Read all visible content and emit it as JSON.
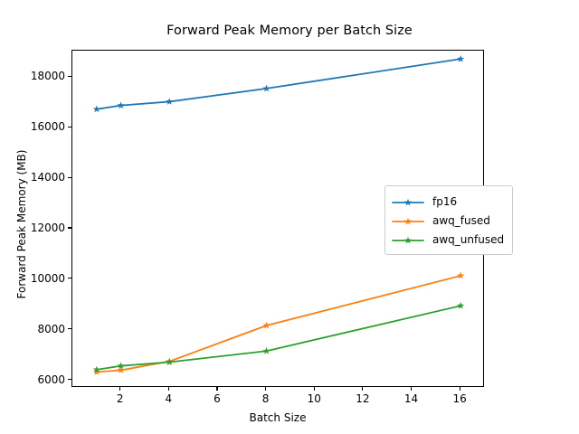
{
  "chart_data": {
    "type": "line",
    "title": "Forward Peak Memory per Batch Size",
    "xlabel": "Batch Size",
    "ylabel": "Forward Peak Memory (MB)",
    "x": [
      1,
      2,
      4,
      8,
      16
    ],
    "xlim": [
      0.0,
      17.0
    ],
    "ylim": [
      5700,
      19050
    ],
    "xticks": [
      2,
      4,
      6,
      8,
      10,
      12,
      14,
      16
    ],
    "yticks": [
      6000,
      8000,
      10000,
      12000,
      14000,
      16000,
      18000
    ],
    "grid": false,
    "legend_position": "center right",
    "marker": "star",
    "series": [
      {
        "name": "fp16",
        "color": "#1f77b4",
        "values": [
          16730,
          16880,
          17030,
          17550,
          18720
        ]
      },
      {
        "name": "awq_fused",
        "color": "#ff7f0e",
        "values": [
          6330,
          6400,
          6750,
          8170,
          10140
        ]
      },
      {
        "name": "awq_unfused",
        "color": "#2ca02c",
        "values": [
          6420,
          6570,
          6720,
          7160,
          8950
        ]
      }
    ]
  }
}
